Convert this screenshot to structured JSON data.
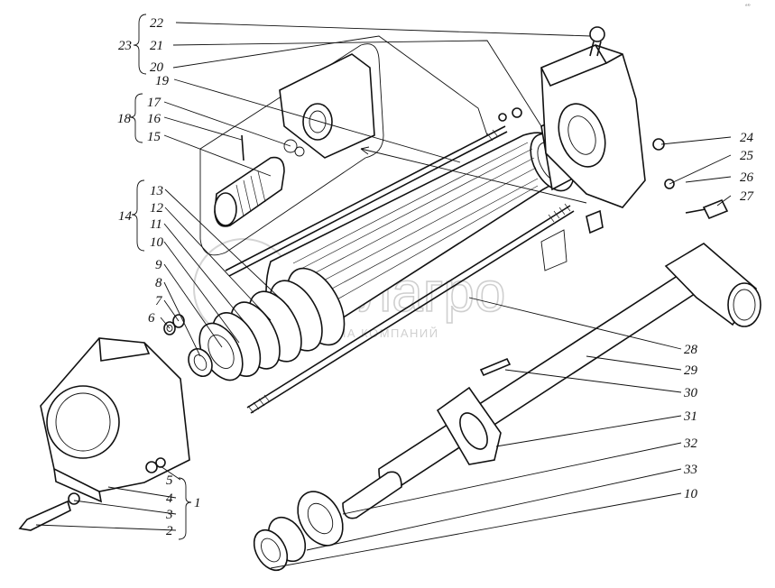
{
  "diagram": {
    "labels": [
      "1",
      "2",
      "3",
      "4",
      "5",
      "6",
      "7",
      "8",
      "9",
      "10",
      "11",
      "12",
      "13",
      "14",
      "15",
      "16",
      "17",
      "18",
      "19",
      "20",
      "21",
      "22",
      "23",
      "24",
      "25",
      "26",
      "27",
      "28",
      "29",
      "30",
      "31",
      "32",
      "33",
      "10"
    ],
    "watermark": {
      "logo": "Белагро",
      "subtitle": "ГРУППА КОМПАНИЙ"
    },
    "corner_mark": "ᵃᵗᵒ"
  }
}
